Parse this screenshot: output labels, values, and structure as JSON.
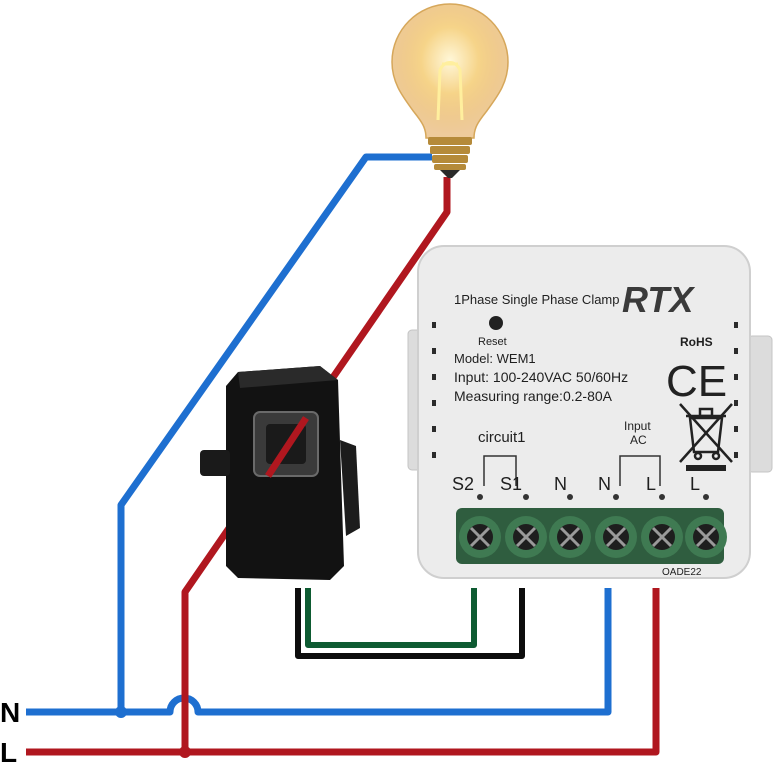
{
  "wires": {
    "neutral_label": "N",
    "line_label": "L",
    "neutral_color": "#1e6fd0",
    "line_color": "#b0171f",
    "ct_black_color": "#0d0d0d",
    "ct_green_color": "#0e5b32"
  },
  "device": {
    "title": "1Phase Single Phase Clamp",
    "brand": "RTX",
    "reset_label": "Reset",
    "model": "Model: WEM1",
    "input": "Input: 100-240VAC 50/60Hz",
    "range": "Measuring range:0.2-80A",
    "rohs": "RoHS",
    "ce": "CE",
    "circuit_label": "circuit1",
    "input_ac_line1": "Input",
    "input_ac_line2": "AC",
    "terminals": [
      "S2",
      "S1",
      "N",
      "N",
      "L",
      "L"
    ],
    "serial": "OADE22",
    "body_color": "#ececec",
    "terminal_color": "#3f7a52"
  },
  "bulb": {
    "glass_color": "#f7e3b0",
    "base_color": "#b58a3a"
  }
}
